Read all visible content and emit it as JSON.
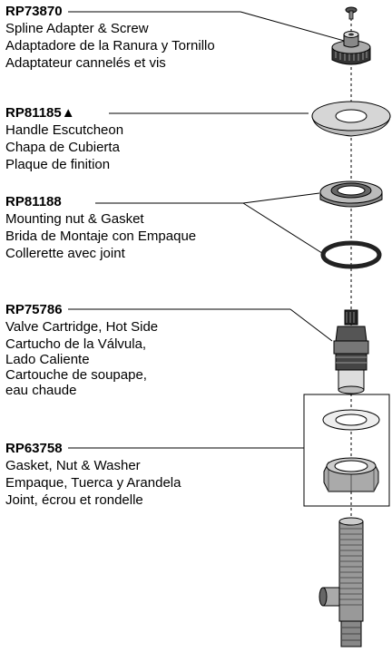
{
  "parts": [
    {
      "part_no": "RP73870",
      "lines": [
        "Spline Adapter & Screw",
        "Adaptadore de la Ranura y Tornillo",
        "Adaptateur cannelés et vis"
      ]
    },
    {
      "part_no": "RP81185",
      "marker": "▲",
      "lines": [
        "Handle Escutcheon",
        "Chapa de Cubierta",
        "Plaque de finition"
      ]
    },
    {
      "part_no": "RP81188",
      "lines": [
        "Mounting nut & Gasket",
        "Brida de Montaje con Empaque",
        "Collerette avec joint"
      ]
    },
    {
      "part_no": "RP75786",
      "lines": [
        "Valve Cartridge, Hot Side",
        "Cartucho de la Válvula,",
        "Lado Caliente",
        "Cartouche de soupape,",
        "eau chaude"
      ]
    },
    {
      "part_no": "RP63758",
      "lines": [
        "Gasket, Nut & Washer",
        "Empaque, Tuerca y Arandela",
        "Joint, écrou et rondelle"
      ]
    }
  ]
}
